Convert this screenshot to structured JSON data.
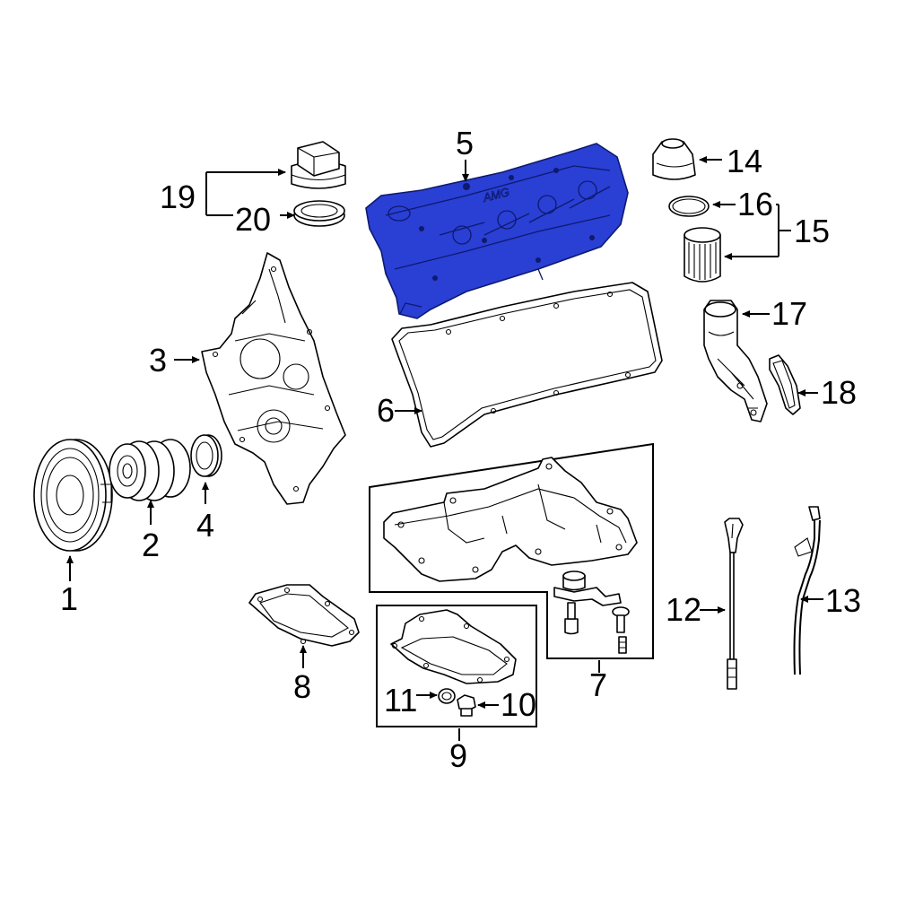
{
  "diagram": {
    "highlight_color": "#2a3fd4",
    "callouts": {
      "c1": "1",
      "c2": "2",
      "c3": "3",
      "c4": "4",
      "c5": "5",
      "c6": "6",
      "c7": "7",
      "c8": "8",
      "c9": "9",
      "c10": "10",
      "c11": "11",
      "c12": "12",
      "c13": "13",
      "c14": "14",
      "c15": "15",
      "c16": "16",
      "c17": "17",
      "c18": "18",
      "c19": "19",
      "c20": "20"
    },
    "cover_logo": "AMG"
  }
}
